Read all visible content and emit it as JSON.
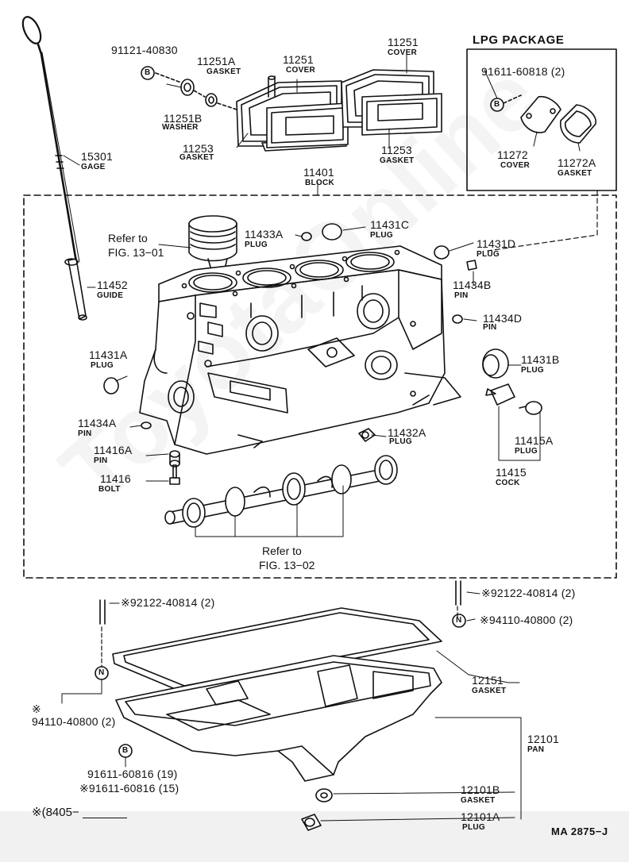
{
  "labels": {
    "gage": {
      "num": "15301",
      "name": "GAGE"
    },
    "bolt_11121": {
      "num": "91121-40830"
    },
    "gasket_11251A": {
      "num": "11251A",
      "name": "GASKET"
    },
    "washer_11251B": {
      "num": "11251B",
      "name": "WASHER"
    },
    "cover_11251_a": {
      "num": "11251",
      "name": "COVER"
    },
    "cover_11251_b": {
      "num": "11251",
      "name": "COVER"
    },
    "gasket_11253_a": {
      "num": "11253",
      "name": "GASKET"
    },
    "gasket_11253_b": {
      "num": "11253",
      "name": "GASKET"
    },
    "block": {
      "num": "11401",
      "name": "BLOCK"
    },
    "plug_11433A": {
      "num": "11433A",
      "name": "PLUG"
    },
    "plug_11431C": {
      "num": "11431C",
      "name": "PLUG"
    },
    "plug_11431D": {
      "num": "11431D",
      "name": "PLUG"
    },
    "pin_11434B": {
      "num": "11434B",
      "name": "PIN"
    },
    "pin_11434D": {
      "num": "11434D",
      "name": "PIN"
    },
    "guide_11452": {
      "num": "11452",
      "name": "GUIDE"
    },
    "plug_11431A": {
      "num": "11431A",
      "name": "PLUG"
    },
    "plug_11431B": {
      "num": "11431B",
      "name": "PLUG"
    },
    "pin_11434A": {
      "num": "11434A",
      "name": "PIN"
    },
    "plug_11432A": {
      "num": "11432A",
      "name": "PLUG"
    },
    "plug_11415A": {
      "num": "11415A",
      "name": "PLUG"
    },
    "cock_11415": {
      "num": "11415",
      "name": "COCK"
    },
    "pin_11416A": {
      "num": "11416A",
      "name": "PIN"
    },
    "bolt_11416": {
      "num": "11416",
      "name": "BOLT"
    },
    "lpg_bolt": {
      "num": "91611-60818 (2)"
    },
    "lpg_cover": {
      "num": "11272",
      "name": "COVER"
    },
    "lpg_gasket": {
      "num": "11272A",
      "name": "GASKET"
    },
    "stud_left": {
      "num": "※92122-40814 (2)"
    },
    "stud_right": {
      "num": "※92122-40814 (2)"
    },
    "nut_right": {
      "num": "※94110-40800 (2)"
    },
    "nut_left_mark": {
      "num": "※"
    },
    "nut_left": {
      "num": "94110-40800 (2)"
    },
    "pan_gasket": {
      "num": "12151",
      "name": "GASKET"
    },
    "pan": {
      "num": "12101",
      "name": "PAN"
    },
    "pan_bolt_a": {
      "num": "91611-60816 (19)"
    },
    "pan_bolt_b": {
      "num": "※91611-60816 (15)"
    },
    "drain_gasket": {
      "num": "12101B",
      "name": "GASKET"
    },
    "drain_plug": {
      "num": "12101A",
      "name": "PLUG"
    }
  },
  "refs": {
    "piston": {
      "line1": "Refer to",
      "line2": "FIG. 13−01"
    },
    "camshaft": {
      "line1": "Refer to",
      "line2": "FIG. 13−02"
    }
  },
  "lpg_title": "LPG  PACKAGE",
  "circle_letters": {
    "b": "B",
    "n": "N"
  },
  "footnote": "※(8405−",
  "figure_code": "MA 2875−J",
  "watermark": "ToyotaOnline"
}
